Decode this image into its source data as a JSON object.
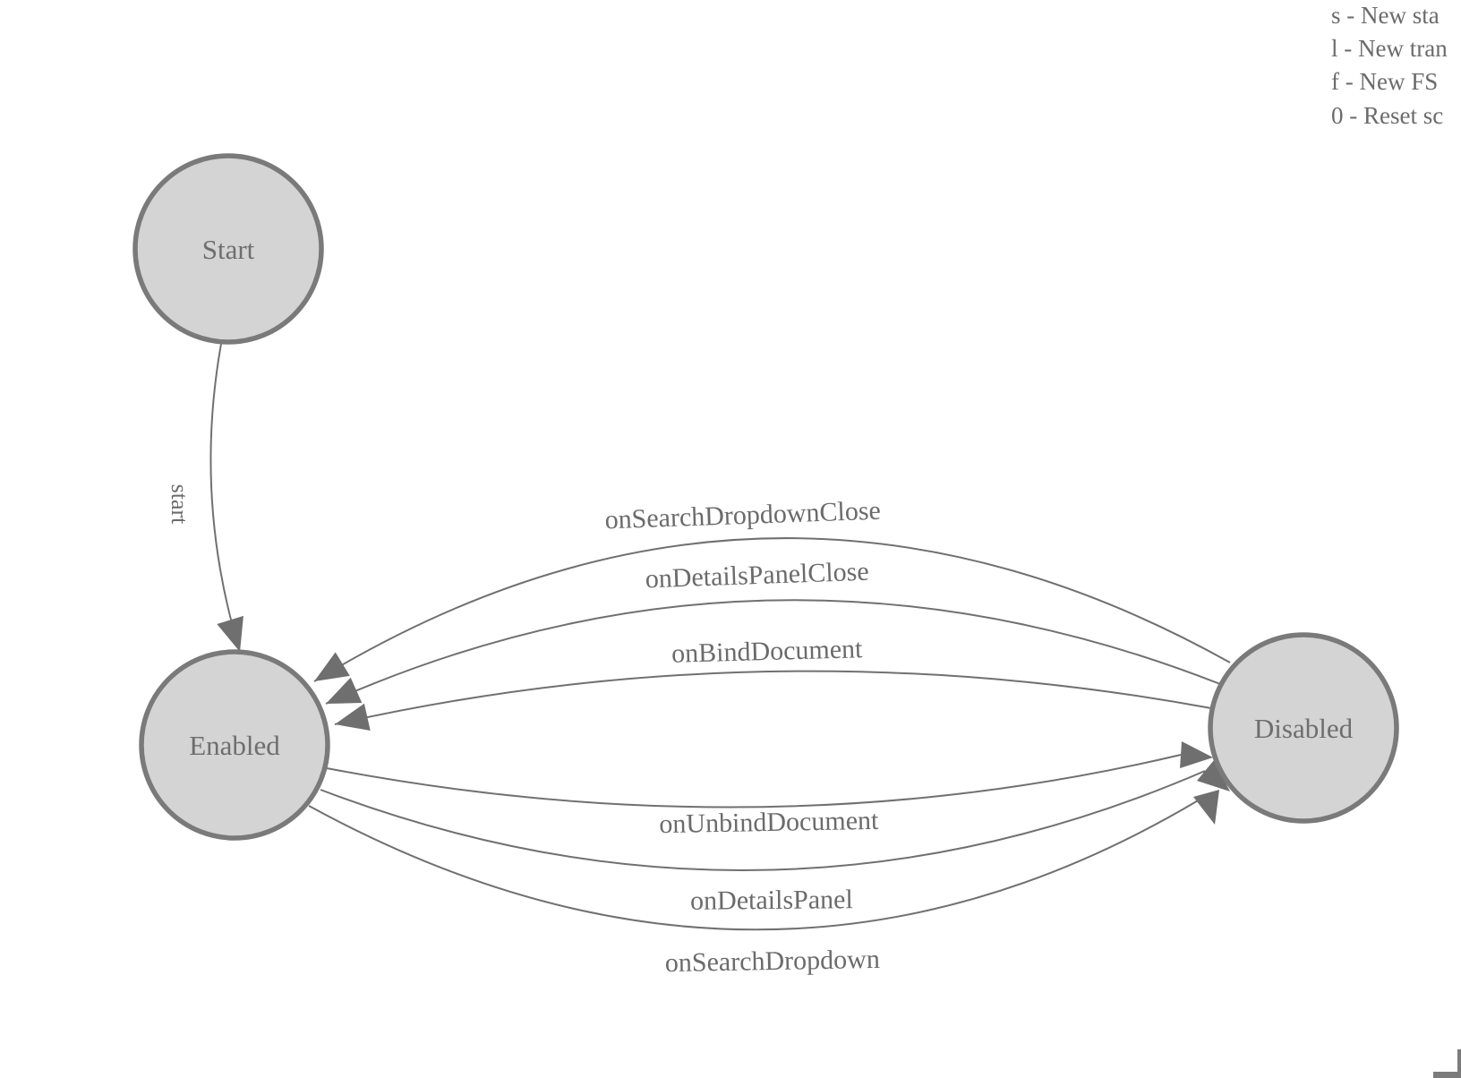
{
  "colors": {
    "node_fill": "#d4d4d4",
    "node_stroke": "#7a7a7a",
    "edge_stroke": "#707070",
    "arrow_fill": "#6f6f6f",
    "label_text": "#6b6b6b"
  },
  "legend": {
    "lines": [
      "s - New sta",
      "l - New tran",
      "f - New FS",
      "0 - Reset sc"
    ]
  },
  "states": [
    {
      "id": "start",
      "label": "Start"
    },
    {
      "id": "enabled",
      "label": "Enabled"
    },
    {
      "id": "disabled",
      "label": "Disabled"
    }
  ],
  "transitions": [
    {
      "label": "start",
      "from": "Start",
      "to": "Enabled"
    },
    {
      "label": "onSearchDropdownClose",
      "from": "Disabled",
      "to": "Enabled"
    },
    {
      "label": "onDetailsPanelClose",
      "from": "Disabled",
      "to": "Enabled"
    },
    {
      "label": "onBindDocument",
      "from": "Disabled",
      "to": "Enabled"
    },
    {
      "label": "onUnbindDocument",
      "from": "Enabled",
      "to": "Disabled"
    },
    {
      "label": "onDetailsPanel",
      "from": "Enabled",
      "to": "Disabled"
    },
    {
      "label": "onSearchDropdown",
      "from": "Enabled",
      "to": "Disabled"
    }
  ]
}
